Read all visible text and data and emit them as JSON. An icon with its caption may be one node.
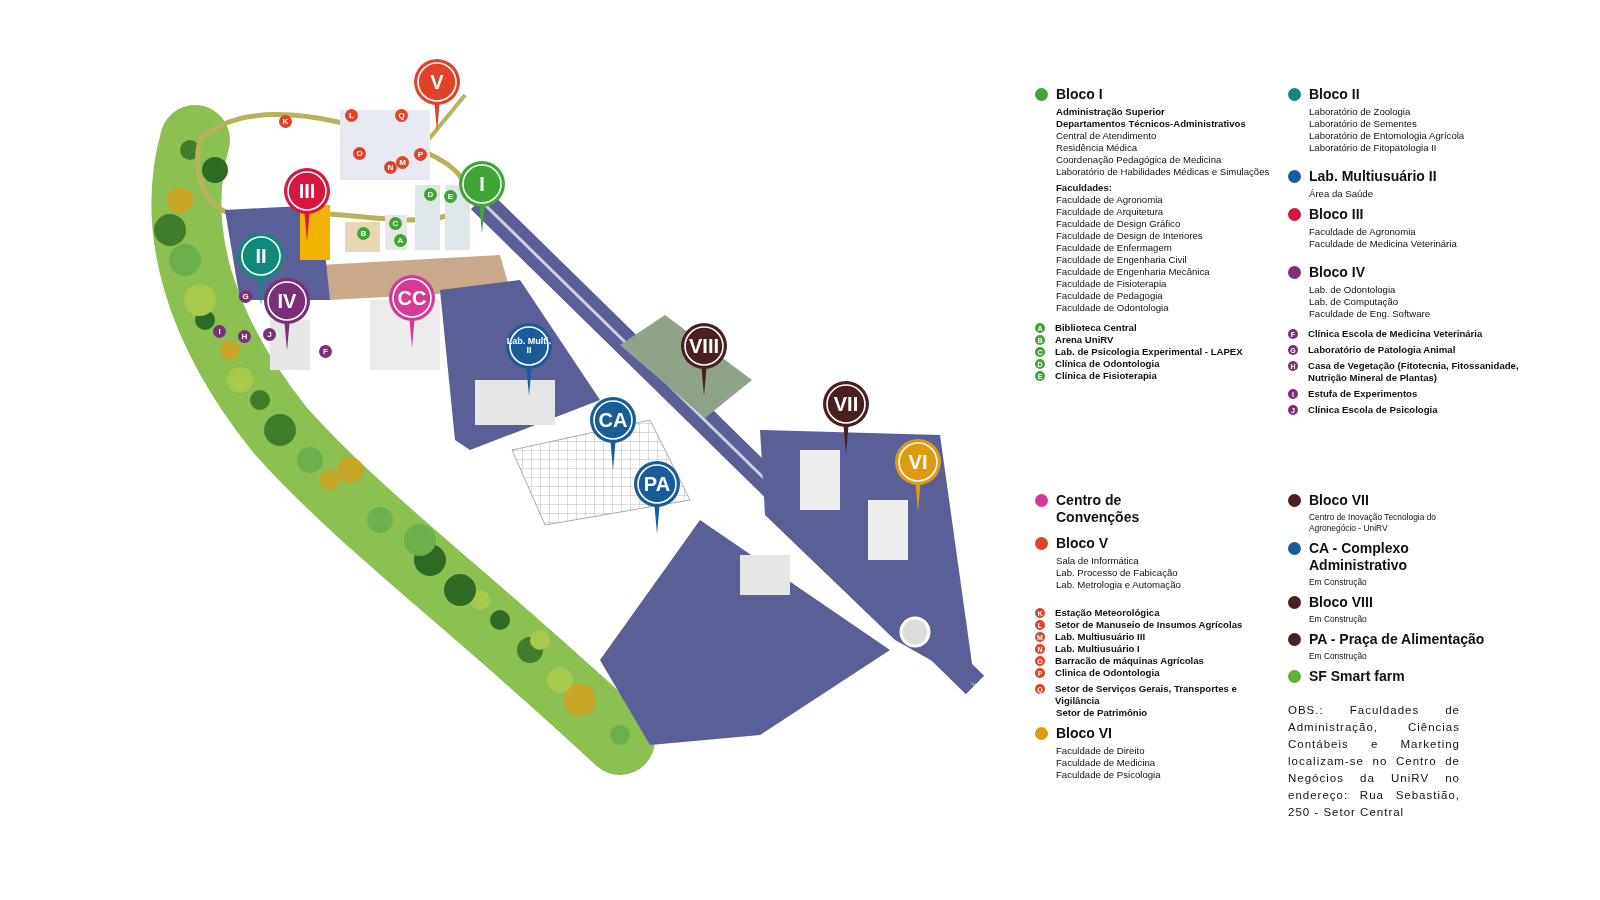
{
  "diagram": {
    "nodes": [
      {
        "text": [
          "V"
        ]
      },
      {
        "text": [
          "III"
        ]
      },
      {
        "text": [
          "I"
        ]
      },
      {
        "text": [
          "II"
        ]
      },
      {
        "text": [
          "IV"
        ]
      },
      {
        "text": [
          "CC"
        ]
      },
      {
        "text": [
          "Lab. Multi. II"
        ]
      },
      {
        "text": [
          "VIII"
        ]
      },
      {
        "text": [
          "CA"
        ]
      },
      {
        "text": [
          "VII"
        ]
      },
      {
        "text": [
          "VI"
        ]
      },
      {
        "text": [
          "PA"
        ]
      },
      {
        "text": [
          "K"
        ]
      },
      {
        "text": [
          "L"
        ]
      },
      {
        "text": [
          "Q"
        ]
      },
      {
        "text": [
          "O"
        ]
      },
      {
        "text": [
          "N"
        ]
      },
      {
        "text": [
          "M"
        ]
      },
      {
        "text": [
          "P"
        ]
      },
      {
        "text": [
          "D"
        ]
      },
      {
        "text": [
          "E"
        ]
      },
      {
        "text": [
          "C"
        ]
      },
      {
        "text": [
          "B"
        ]
      },
      {
        "text": [
          "A"
        ]
      },
      {
        "text": [
          "G"
        ]
      },
      {
        "text": [
          "I"
        ]
      },
      {
        "text": [
          "H"
        ]
      },
      {
        "text": [
          "J"
        ]
      },
      {
        "text": [
          "F"
        ]
      }
    ],
    "labels": [
      "Administração Superior",
      "Departamentos Técnicos-Administrativos",
      "Central de Atendimento",
      "Residência Médica",
      "Coordenação Pedagógica de Medicina",
      "Laboratório de Habilidades Médicas e Simulações",
      "Faculdades:",
      "Faculdade de Agronomia",
      "Faculdade de Arquitetura",
      "Faculdade de Design Gráfico",
      "Faculdade de Design de Interiores",
      "Faculdade de Enfermagem",
      "Faculdade de Engenharia Civil",
      "Faculdade de Engenharia Mecânica",
      "Faculdade de Fisioterapia",
      "Faculdade de Pedagogia",
      "Faculdade de Odontologia",
      "A",
      "Biblioteca Central",
      "B",
      "Arena UniRV",
      "C",
      "Lab. de Psicologia Experimental - LAPEX",
      "D",
      "Clínica de Odontologia",
      "E",
      "Clínica de Fisioterapia",
      "Laboratório de Zoologia",
      "Laboratório de Sementes",
      "Laboratório de Entomologia Agrícola",
      "Laboratório de Fitopatologia II",
      "Área da Saúde",
      "Faculdade de Agronomia",
      "Faculdade de Medicina Veterinária",
      "Lab. de Odontologia",
      "Lab. de Computação",
      "Faculdade de Eng. Software",
      "F",
      "Clínica Escola de Medicina Veterinária",
      "G",
      "Laboratório de Patologia Animal",
      "H",
      "Casa de Vegetação (Fitotecnia, Fitossanidade, Nutrição Mineral de Plantas)",
      "I",
      "Estufa de Experimentos",
      "J",
      "Clínica Escola de Psicologia",
      "Sala de Informática",
      "Lab. Processo de Fabicação",
      "Lab. Metrologia e Automação",
      "K",
      "Estação Meteorológica",
      "L",
      "Setor de Manuseio de Insumos Agrícolas",
      "M",
      "Lab. Multiusuário III",
      "N",
      "Lab. Multiusuário I",
      "O",
      "Barracão de máquinas Agrícolas",
      "P",
      "Clinica de Odontologia",
      "Q",
      "Setor de Serviços Gerais, Transportes e Vigilância",
      "Setor de Patrimônio",
      "Faculdade de Direito",
      "Faculdade de Medicina",
      "Faculdade de Psicologia",
      "Centro de Inovação Tecnologia do Agronegócio - UniRV",
      "Em Construção",
      "Em Construção",
      "Em Construção",
      "OBS.: Faculdades de Administração, Ciências Contábeis e Marketing localizam-se no Centro de Negócios da UniRV no endereço: Rua Sebastião, 250 - Setor Central"
    ],
    "legend": [
      {
        "text": "Bloco I",
        "color": "#3fa535"
      },
      {
        "text": "Bloco II",
        "color": "#0f8a7a"
      },
      {
        "text": "Lab. Multiusuário II",
        "color": "#1a5c9a"
      },
      {
        "text": "Bloco III",
        "color": "#d6173f"
      },
      {
        "text": "Bloco IV",
        "color": "#7a2f78"
      },
      {
        "text": "Centro de Convenções",
        "color": "#d63a96"
      },
      {
        "text": "Bloco V",
        "color": "#e0432a"
      },
      {
        "text": "Bloco VI",
        "color": "#dd9b12"
      },
      {
        "text": "Bloco VII",
        "color": "#4a1f1f"
      },
      {
        "text": "CA - Complexo Administrativo",
        "color": "#1a5c9a"
      },
      {
        "text": "Bloco VIII",
        "color": "#4a1f1f"
      },
      {
        "text": "PA - Praça de Alimentação",
        "color": "#4a1f1f"
      },
      {
        "text": "SF Smart farm",
        "color": "#5ab534"
      }
    ]
  }
}
